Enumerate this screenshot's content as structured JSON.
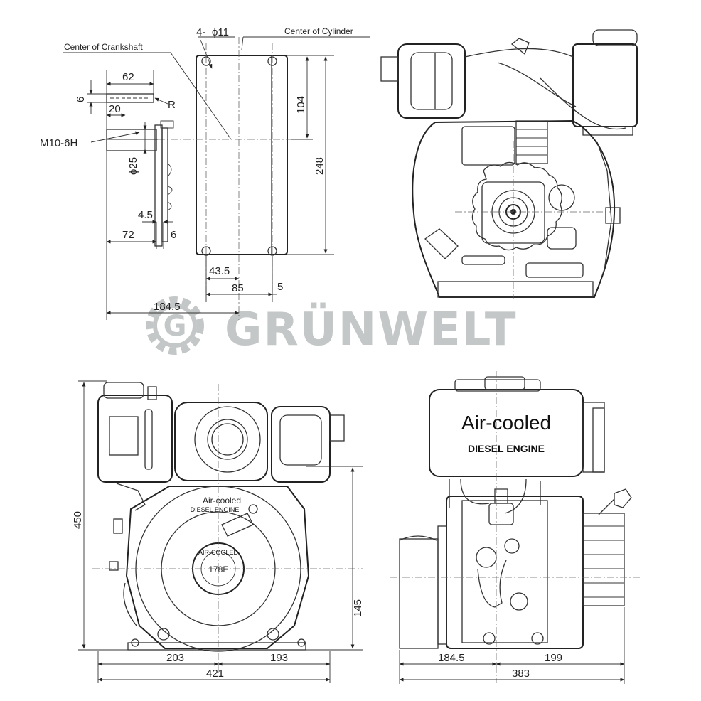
{
  "brand": {
    "name": "GRÜNWELT",
    "logo_letter": "G"
  },
  "annotations": {
    "crankshaft_center": "Center of Crankshaft",
    "cylinder_center": "Center of Cylinder",
    "radius": "R",
    "thread": "M10-6H",
    "holes": "4-",
    "hole_dia": "ϕ11",
    "shaft_dia": "ϕ25"
  },
  "mounting_view_dims": {
    "d62": "62",
    "d6_top": "6",
    "d20": "20",
    "d104": "104",
    "d248": "248",
    "d4_5": "4.5",
    "d72": "72",
    "d6_low": "6",
    "d43_5": "43.5",
    "d85": "85",
    "d5": "5",
    "d184_5": "184.5"
  },
  "front_view_dims": {
    "d450": "450",
    "d145": "145",
    "d203": "203",
    "d193": "193",
    "d421": "421"
  },
  "side_view_dims": {
    "d184_5": "184.5",
    "d199": "199",
    "d383": "383"
  },
  "tank_label": {
    "line1": "Air-cooled",
    "line2": "DIESEL ENGINE"
  },
  "front_badge": {
    "line1": "Air-cooled",
    "line2": "DIESEL ENGINE",
    "model": "178F",
    "ring_text": "AIR-COOLED"
  }
}
